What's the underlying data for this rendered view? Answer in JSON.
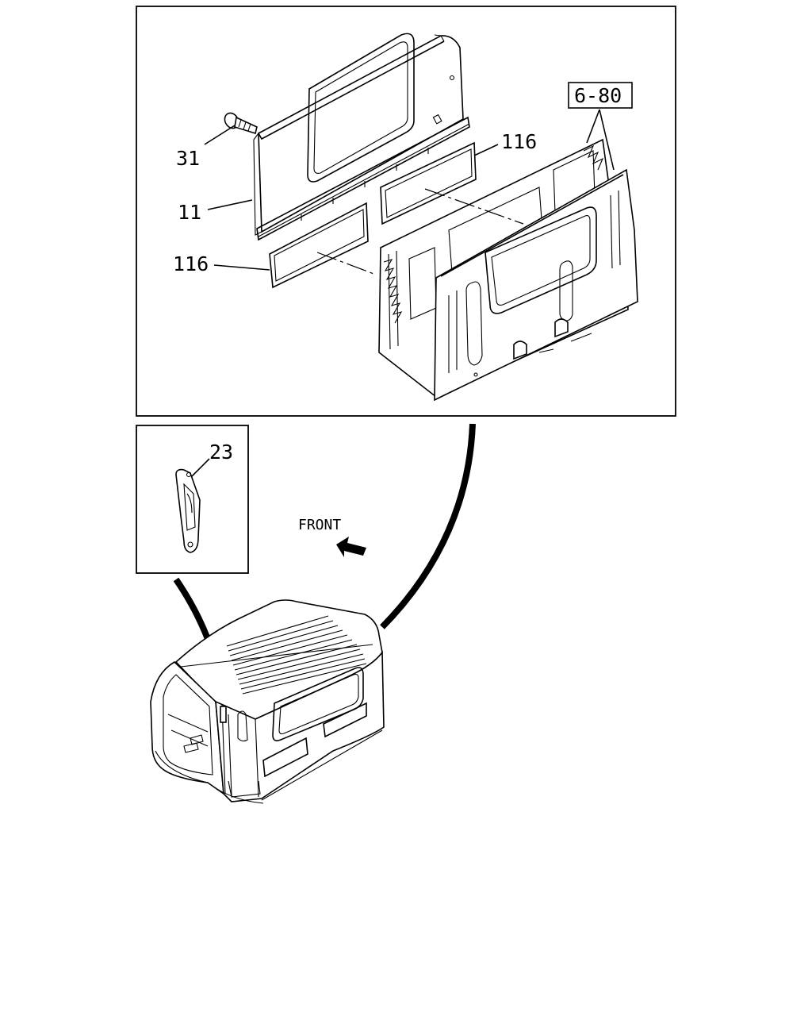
{
  "labels": {
    "ref_6_80": "6-80",
    "part_116_upper": "116",
    "part_31": "31",
    "part_11": "11",
    "part_116_lower": "116",
    "part_23": "23",
    "front": "FRONT"
  },
  "icons": {
    "front_arrow": "arrow-up-left-icon"
  },
  "colors": {
    "ink": "#000000",
    "paper": "#ffffff"
  }
}
